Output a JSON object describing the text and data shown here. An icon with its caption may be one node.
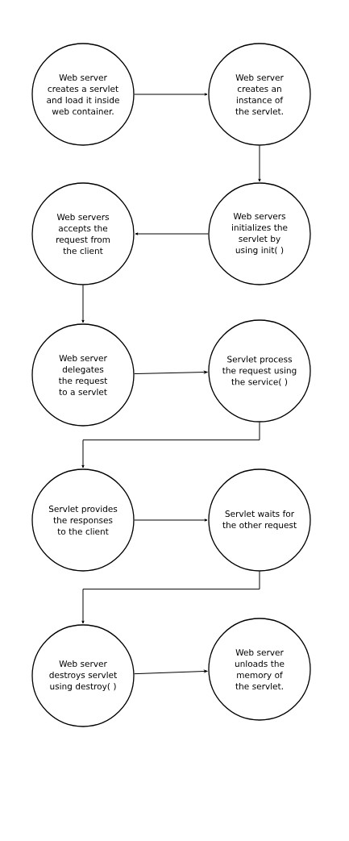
{
  "diagram": {
    "nodes": [
      {
        "text": [
          "Web server creates a servlet and load it inside web container."
        ]
      },
      {
        "text": [
          "Web server creates an instance of the servlet."
        ]
      },
      {
        "text": [
          "Web servers initializes the servlet by using init( )"
        ]
      },
      {
        "text": [
          "Web servers accepts the request from the client"
        ]
      },
      {
        "text": [
          "Web server delegates the request to a servlet"
        ]
      },
      {
        "text": [
          "Servlet process the request using the service( )"
        ]
      },
      {
        "text": [
          "Servlet provides the responses to the client"
        ]
      },
      {
        "text": [
          "Servlet waits for the other request"
        ]
      },
      {
        "text": [
          "Web server destroys servlet using destroy( )"
        ]
      },
      {
        "text": [
          "Web server unloads the memory of the servlet."
        ]
      }
    ],
    "edges": [
      {
        "from": 0,
        "to": 1,
        "arrow": "to"
      },
      {
        "from": 1,
        "to": 2,
        "arrow": "to"
      },
      {
        "from": 2,
        "to": 3,
        "arrow": "to"
      },
      {
        "from": 3,
        "to": 4,
        "arrow": "to"
      },
      {
        "from": 4,
        "to": 5,
        "arrow": "to"
      },
      {
        "from": 5,
        "to": 6,
        "arrow": "to"
      },
      {
        "from": 6,
        "to": 7,
        "arrow": "to"
      },
      {
        "from": 7,
        "to": 8,
        "arrow": "to"
      },
      {
        "from": 8,
        "to": 9,
        "arrow": "to"
      }
    ]
  }
}
